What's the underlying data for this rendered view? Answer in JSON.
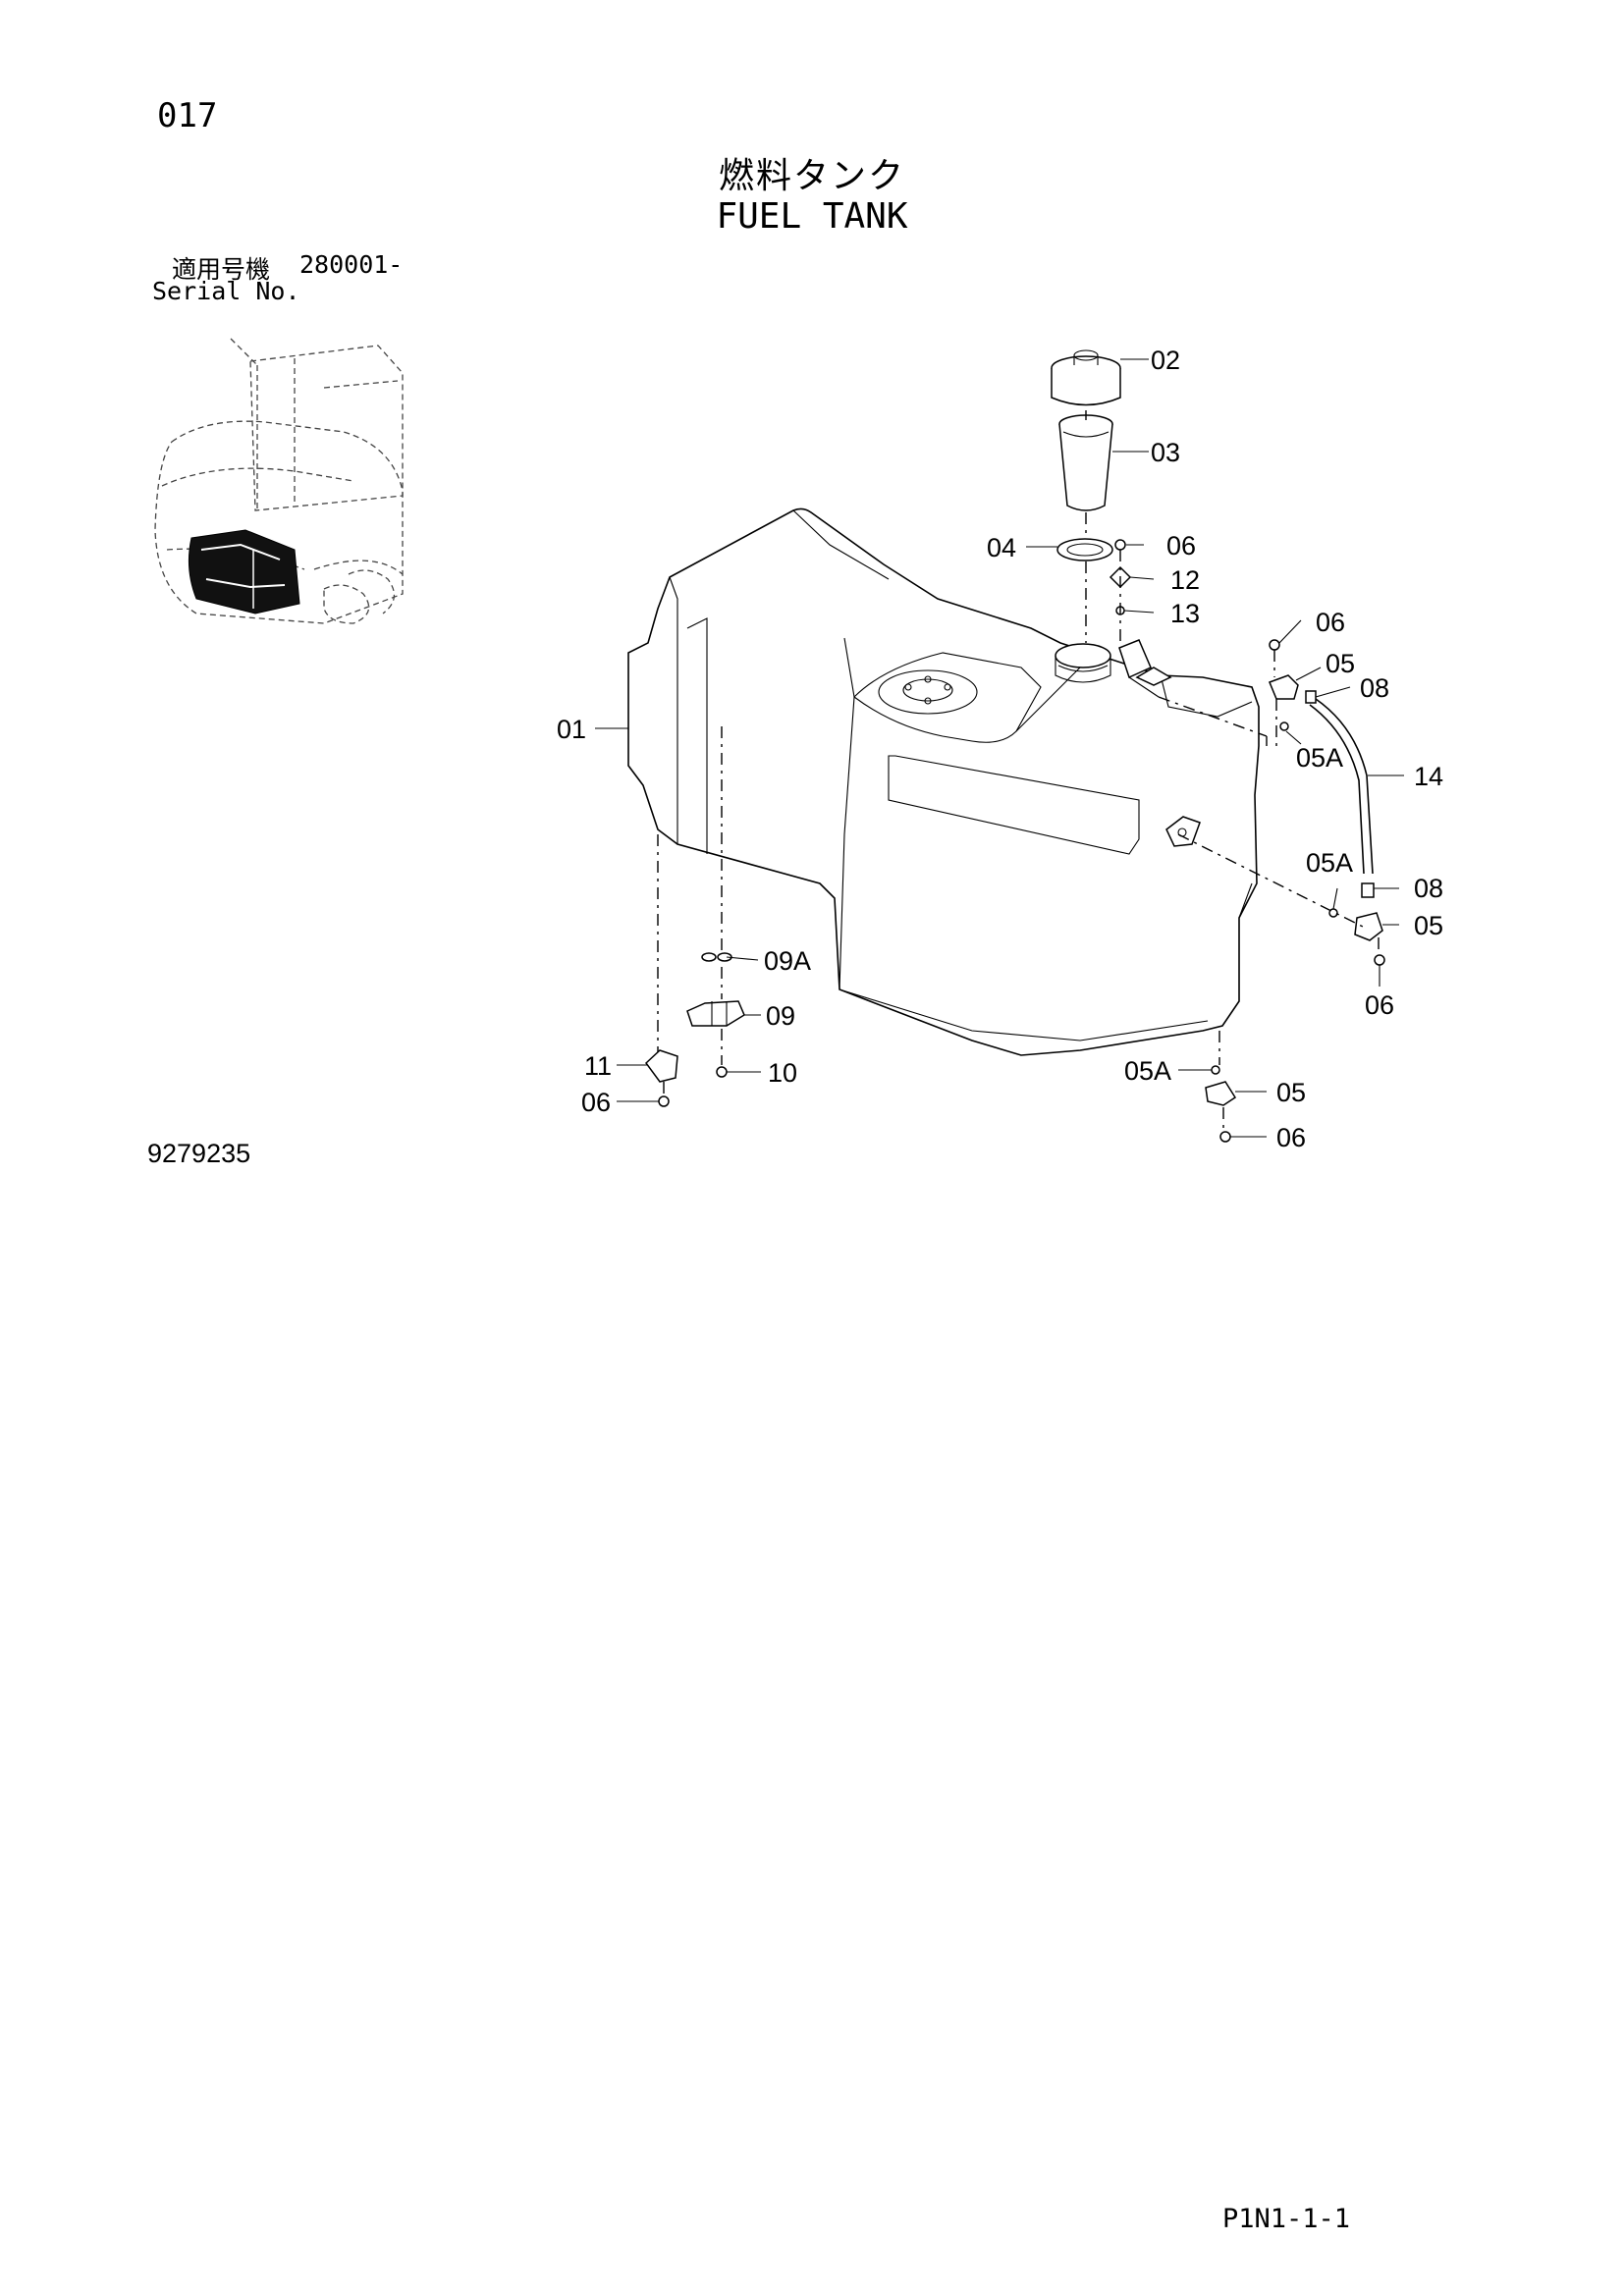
{
  "header": {
    "page_number": "017",
    "title_jp": "燃料タンク",
    "title_en": "FUEL TANK"
  },
  "serial": {
    "label_jp": "適用号機",
    "number": "280001-",
    "label_en": "Serial No."
  },
  "footer": {
    "doc_number": "9279235",
    "page_code": "P1N1-1-1"
  },
  "callouts": {
    "c01": "01",
    "c02": "02",
    "c03": "03",
    "c04": "04",
    "c06_top": "06",
    "c12": "12",
    "c13": "13",
    "c06_right": "06",
    "c05_right": "05",
    "c08_right": "08",
    "c05a_right": "05A",
    "c14": "14",
    "c05a_mid": "05A",
    "c08_mid": "08",
    "c05_mid": "05",
    "c06_mid": "06",
    "c09a": "09A",
    "c09": "09",
    "c11": "11",
    "c10": "10",
    "c06_left": "06",
    "c05a_bottom": "05A",
    "c05_bottom": "05",
    "c06_bottom": "06"
  }
}
